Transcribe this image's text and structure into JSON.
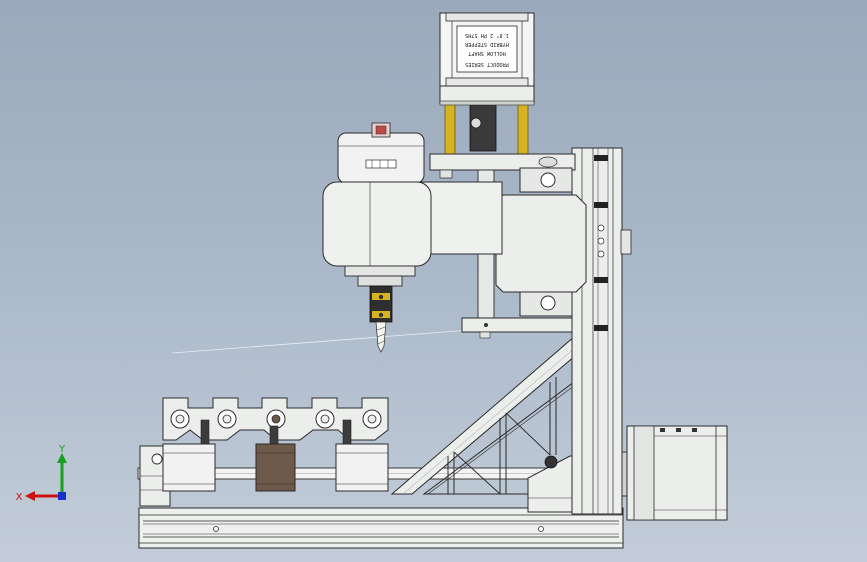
{
  "motor_plate": {
    "lines": [
      "HOLLOW SHAFT",
      "HYBRID STEPPER",
      "1.8° 2 PH 57HS"
    ],
    "header": "PRODUCT SERIES"
  },
  "triad": {
    "x_label": "X",
    "y_label": "Y",
    "x_color": "#d01010",
    "y_color": "#18a020",
    "z_color": "#1830d0"
  },
  "palette": {
    "background_top": "#9aa9bb",
    "background_bottom": "#c3cdd9",
    "metal": "#eef0ee",
    "outline": "#2a2a2a",
    "guide_rod": "#d6b321",
    "dark_block": "#6e5a4a"
  },
  "icons": [
    "bit-holder-icon",
    "coordinate-triad-icon"
  ]
}
